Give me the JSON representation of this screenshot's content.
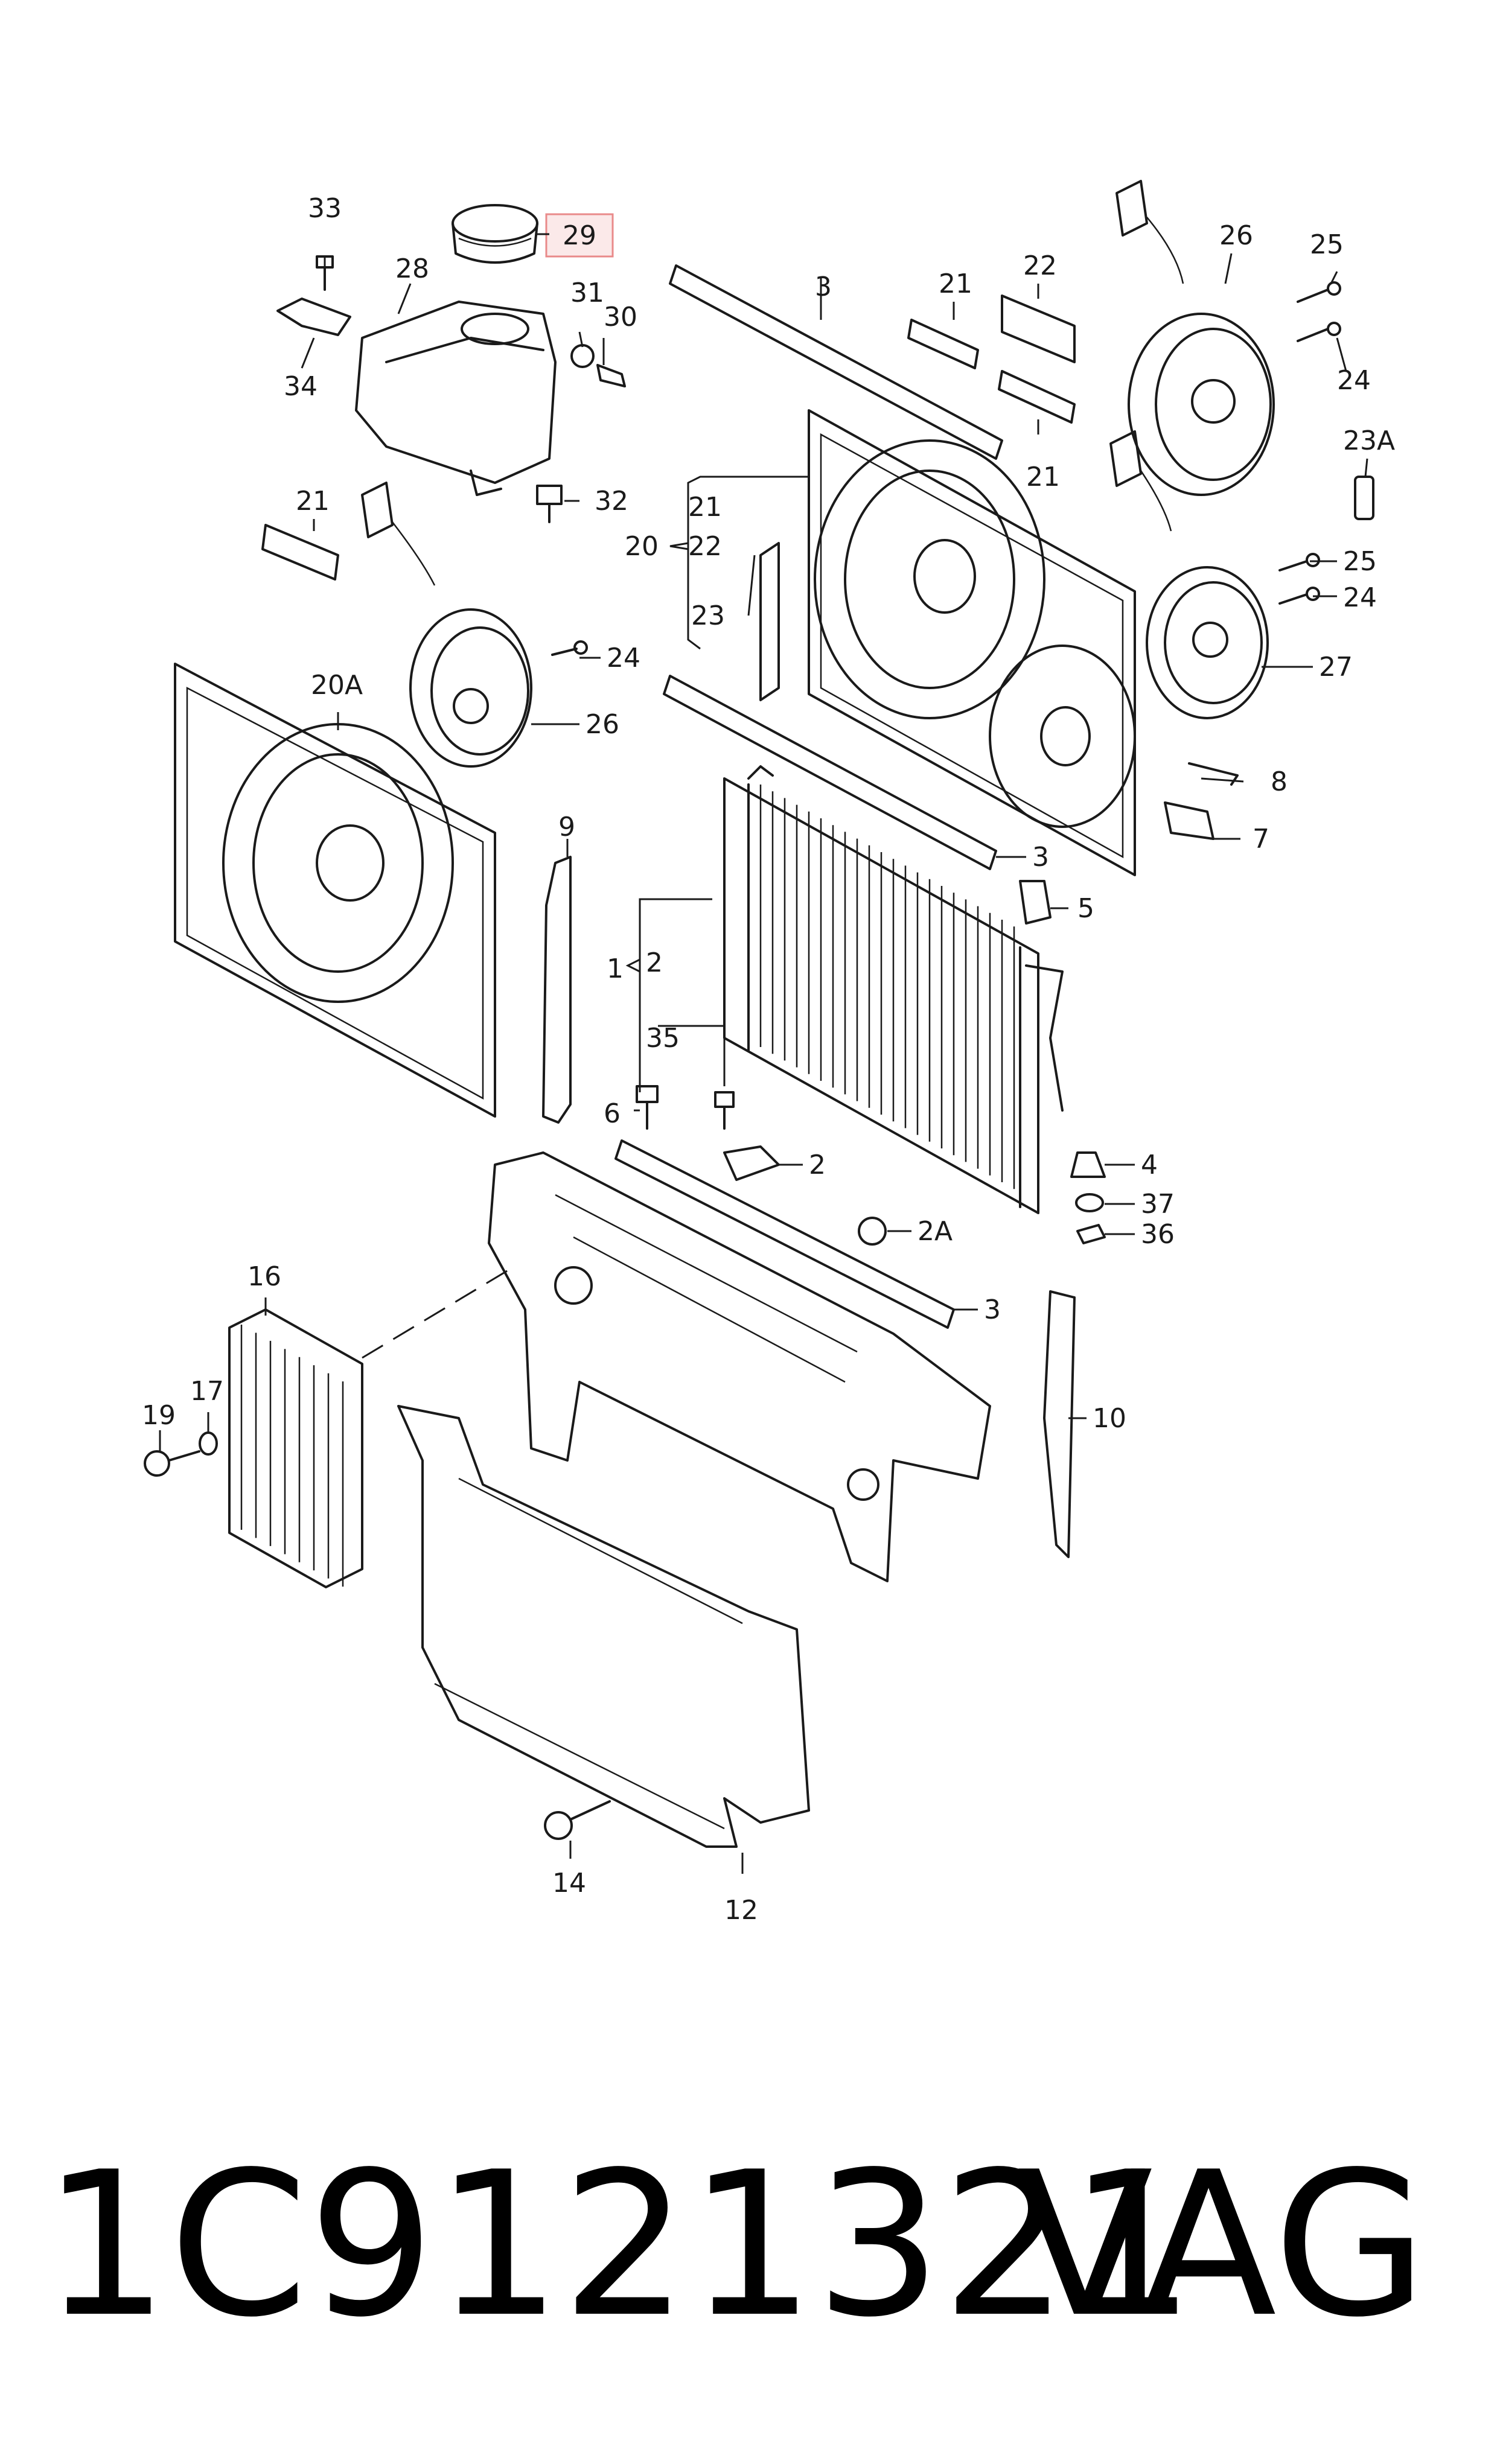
{
  "footer": {
    "part_number": "1C9121321",
    "brand": "VAG"
  },
  "highlight_color": "#e98a8a",
  "labels": {
    "l1": "1",
    "l2": "2",
    "l2b": "2",
    "l2a": "2A",
    "l3a": "3",
    "l3b": "3",
    "l3c": "3",
    "l4": "4",
    "l5": "5",
    "l6": "6",
    "l7": "7",
    "l8": "8",
    "l9": "9",
    "l10": "10",
    "l12": "12",
    "l14": "14",
    "l16": "16",
    "l17": "17",
    "l19": "19",
    "l20": "20",
    "l20a": "20A",
    "l21a": "21",
    "l21b": "21",
    "l21c": "21",
    "l21d": "21",
    "l22a": "22",
    "l22b": "22",
    "l23": "23",
    "l23a": "23A",
    "l24a": "24",
    "l24b": "24",
    "l24c": "24",
    "l25a": "25",
    "l25b": "25",
    "l26a": "26",
    "l26b": "26",
    "l27": "27",
    "l28": "28",
    "l29": "29",
    "l30": "30",
    "l31": "31",
    "l32": "32",
    "l33": "33",
    "l34": "34",
    "l35": "35",
    "l36": "36",
    "l37": "37"
  }
}
